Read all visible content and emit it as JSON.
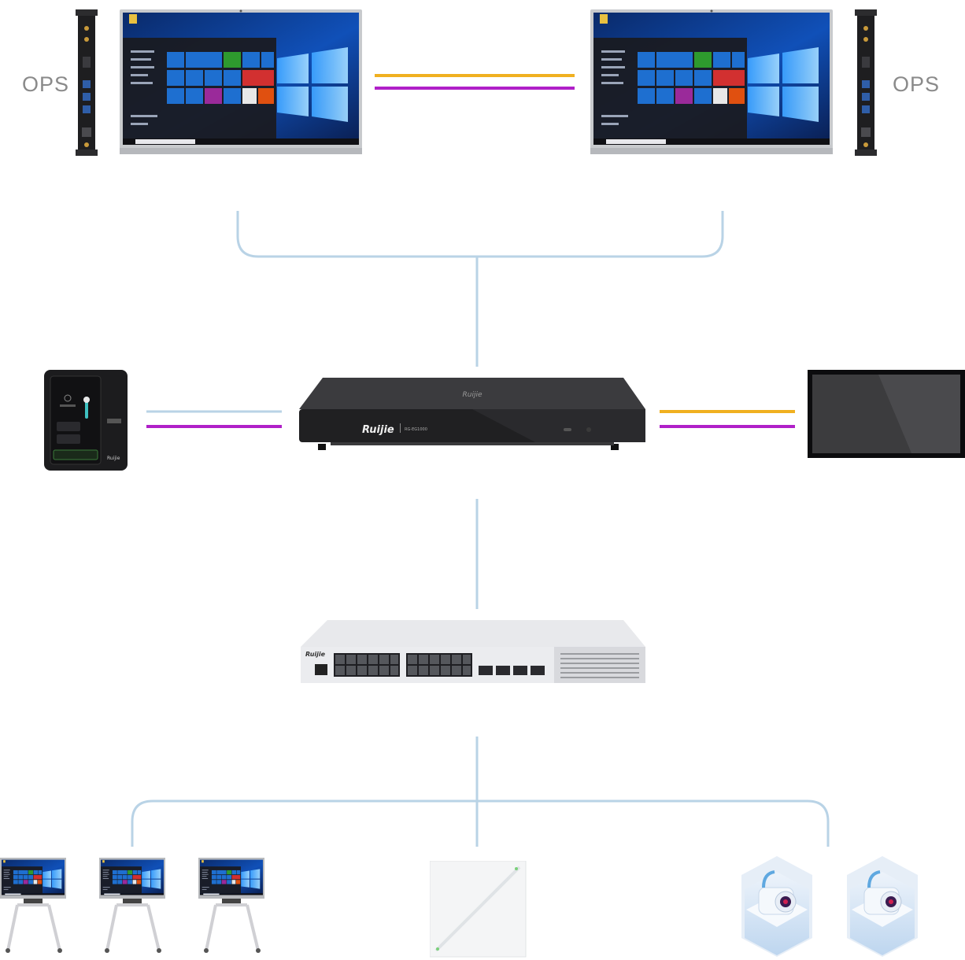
{
  "labels": {
    "ops_left": "OPS",
    "ops_right": "OPS",
    "router_brand": "Ruijie",
    "router_model": "RG-EG1000",
    "switch_brand": "Ruijie"
  },
  "colors": {
    "link_blue": "#b9d3e6",
    "link_orange": "#f0b020",
    "link_purple": "#b020c8",
    "device_dark": "#2a2a2c",
    "switch_gray": "#dcdde0"
  },
  "devices": {
    "top": [
      "ops-box",
      "interactive-display",
      "interactive-display",
      "ops-box"
    ],
    "middle": [
      "touch-control-panel",
      "gateway-router",
      "wall-display"
    ],
    "core": "poe-switch",
    "bottom": [
      "display-on-stand",
      "display-on-stand",
      "display-on-stand",
      "ceiling-access-point",
      "camera-module",
      "camera-module"
    ]
  }
}
